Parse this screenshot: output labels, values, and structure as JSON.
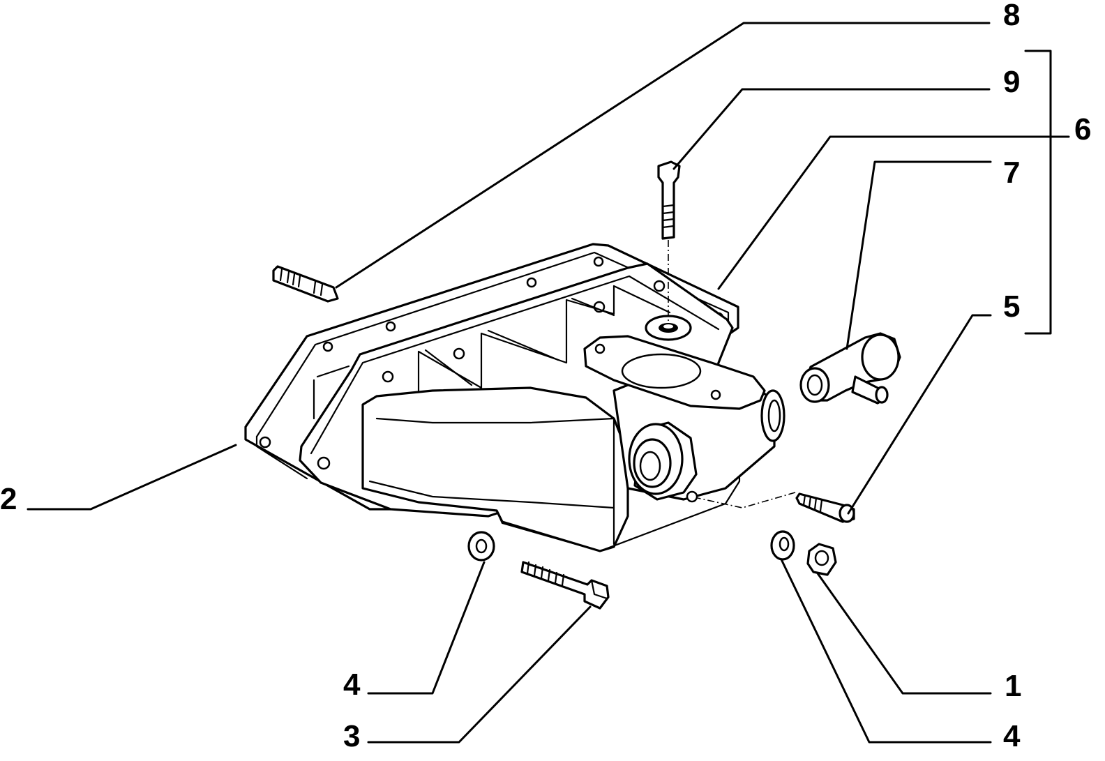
{
  "diagram": {
    "callouts": {
      "c1": "1",
      "c2": "2",
      "c3": "3",
      "c4a": "4",
      "c4b": "4",
      "c5": "5",
      "c6": "6",
      "c7": "7",
      "c8": "8",
      "c9": "9"
    }
  }
}
